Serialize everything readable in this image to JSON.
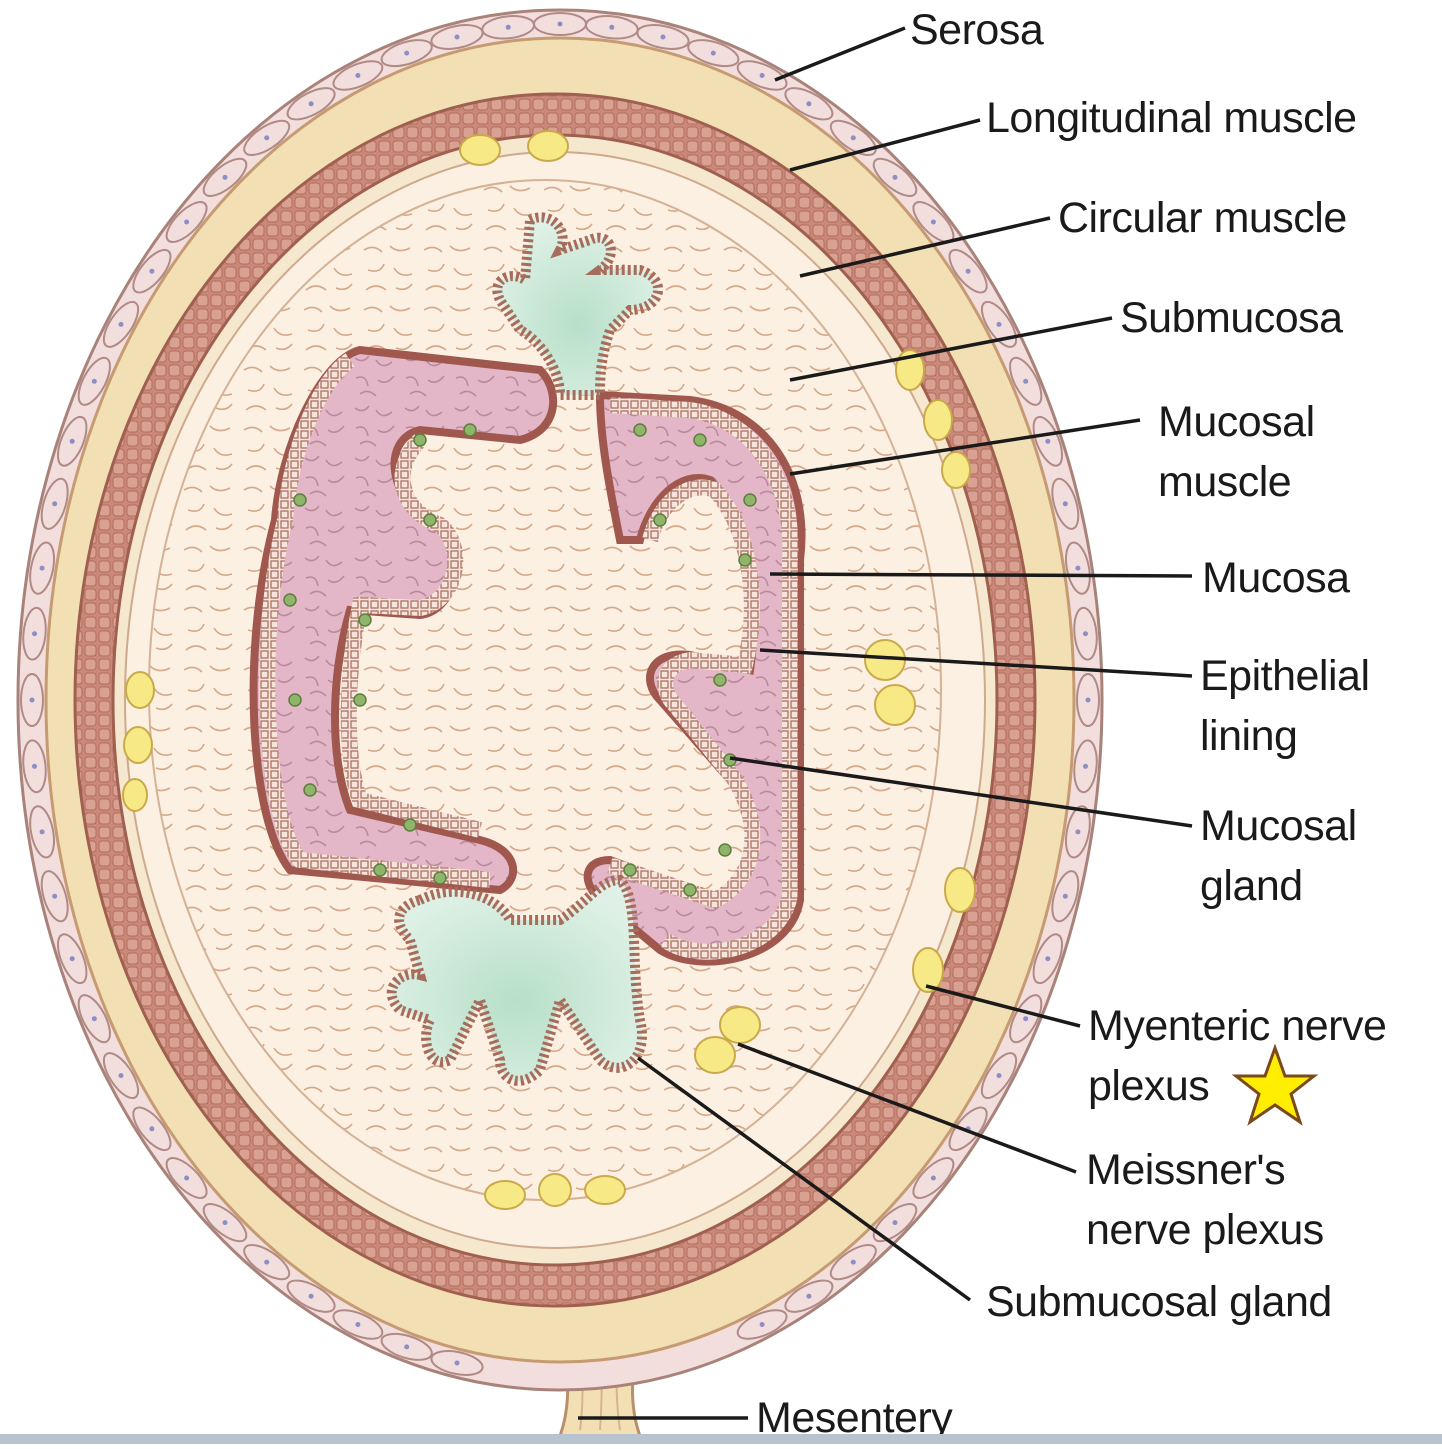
{
  "labels": {
    "serosa": "Serosa",
    "longitudinal_muscle": "Longitudinal muscle",
    "circular_muscle": "Circular muscle",
    "submucosa": "Submucosa",
    "mucosal_muscle": [
      "Mucosal",
      "muscle"
    ],
    "mucosa": "Mucosa",
    "epithelial_lining": [
      "Epithelial",
      "lining"
    ],
    "mucosal_gland": [
      "Mucosal",
      "gland"
    ],
    "myenteric_nerve_plexus": [
      "Myenteric nerve",
      "plexus"
    ],
    "meissners_nerve_plexus": [
      "Meissner's",
      "nerve plexus"
    ],
    "submucosal_gland": "Submucosal gland",
    "mesentery": "Mesentery"
  },
  "colors": {
    "serosa": "#f2dfb4",
    "serosa_cells": "#f3dede",
    "muscle": "#c98878",
    "submucosa": "#fbf0e2",
    "mucosa": "#e3b6c8",
    "gland": "#c9e7d7",
    "nerve": "#f7ea86",
    "star": "#ffee00"
  },
  "marker": "star-icon"
}
